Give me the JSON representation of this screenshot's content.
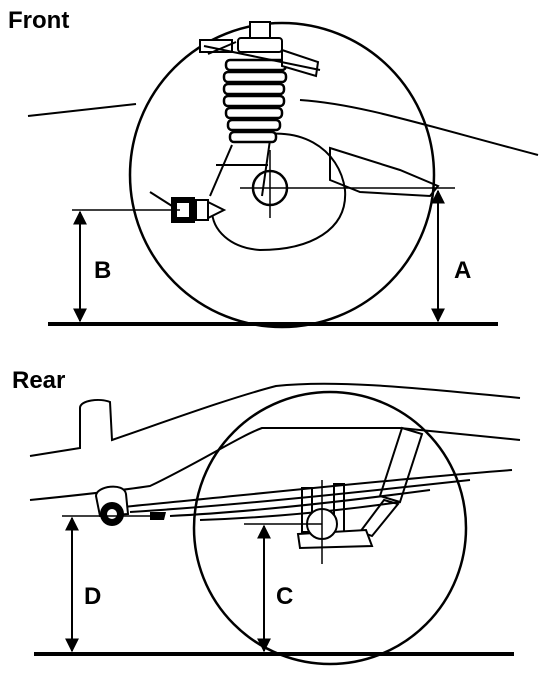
{
  "front": {
    "title": "Front",
    "label_a": "A",
    "label_b": "B"
  },
  "rear": {
    "title": "Rear",
    "label_c": "C",
    "label_d": "D"
  },
  "colors": {
    "ink": "#000000",
    "paper": "#ffffff"
  }
}
